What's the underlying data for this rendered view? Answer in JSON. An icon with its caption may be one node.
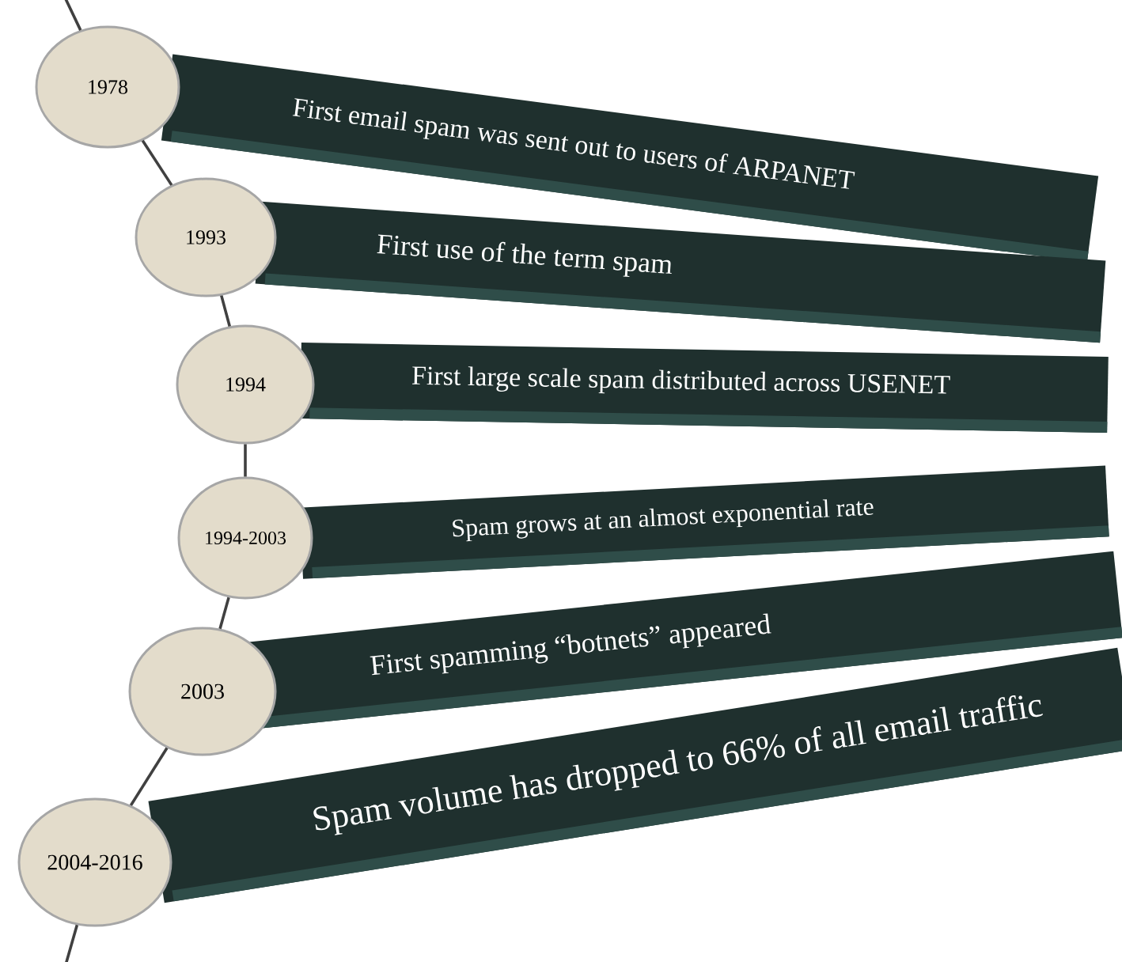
{
  "diagram": {
    "nodes": [
      {
        "text": [
          "1978"
        ]
      },
      {
        "text": [
          "1993"
        ]
      },
      {
        "text": [
          "1994"
        ]
      },
      {
        "text": [
          "1994-2003"
        ]
      },
      {
        "text": [
          "2003"
        ]
      },
      {
        "text": [
          "2004-2016"
        ]
      },
      {
        "text": [
          "First email spam was sent out to users of ARPANET"
        ]
      },
      {
        "text": [
          "First use of the term spam"
        ]
      },
      {
        "text": [
          "First large scale spam distributed across USENET"
        ]
      },
      {
        "text": [
          "Spam grows at an almost exponential rate"
        ]
      },
      {
        "text": [
          "First spamming “botnets” appeared"
        ]
      },
      {
        "text": [
          "Spam volume has dropped to 66% of all email traffic"
        ]
      }
    ],
    "edges": [
      {
        "from": null,
        "to": 0,
        "arrow": "none"
      },
      {
        "from": 0,
        "to": 1,
        "arrow": "none"
      },
      {
        "from": 1,
        "to": 2,
        "arrow": "none"
      },
      {
        "from": 2,
        "to": 3,
        "arrow": "none"
      },
      {
        "from": 3,
        "to": 4,
        "arrow": "none"
      },
      {
        "from": 4,
        "to": 5,
        "arrow": "none"
      },
      {
        "from": 5,
        "to": null,
        "arrow": "none"
      }
    ]
  }
}
